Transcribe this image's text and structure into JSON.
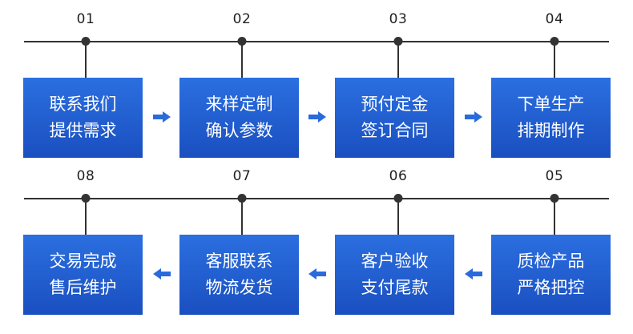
{
  "steps": [
    {
      "num": "01",
      "line1": "联系我们",
      "line2": "提供需求"
    },
    {
      "num": "02",
      "line1": "来样定制",
      "line2": "确认参数"
    },
    {
      "num": "03",
      "line1": "预付定金",
      "line2": "签订合同"
    },
    {
      "num": "04",
      "line1": "下单生产",
      "line2": "排期制作"
    },
    {
      "num": "05",
      "line1": "质检产品",
      "line2": "严格把控"
    },
    {
      "num": "06",
      "line1": "客户验收",
      "line2": "支付尾款"
    },
    {
      "num": "07",
      "line1": "客服联系",
      "line2": "物流发货"
    },
    {
      "num": "08",
      "line1": "交易完成",
      "line2": "售后维护"
    }
  ],
  "colors": {
    "box": "#1f5ccf",
    "arrow": "#2a6bdb",
    "line": "#333333"
  }
}
